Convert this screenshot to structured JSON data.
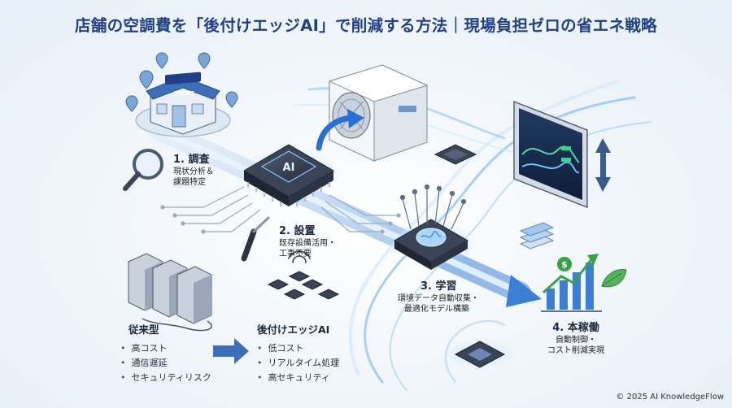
{
  "title": "店舗の空調費を「後付けエッジAI」で削減する方法｜現場負担ゼロの省エネ戦略",
  "store_sign": "STORE",
  "chip_label": "AI",
  "steps": [
    {
      "title": "1. 調査",
      "desc": [
        "現状分析＆",
        "課題特定"
      ]
    },
    {
      "title": "2. 設置",
      "desc": [
        "既存設備活用・",
        "工事不要"
      ]
    },
    {
      "title": "3. 学習",
      "desc": [
        "環境データ自動収集・",
        "最適化モデル構築"
      ]
    },
    {
      "title": "4. 本稼働",
      "desc": [
        "自動制御・",
        "コスト削減実現"
      ]
    }
  ],
  "comparison": {
    "legacy": {
      "title": "従来型",
      "items": [
        "高コスト",
        "通信遅延",
        "セキュリティリスク"
      ]
    },
    "edge": {
      "title": "後付けエッジAI",
      "items": [
        "低コスト",
        "リアルタイム処理",
        "高セキュリティ"
      ]
    }
  },
  "colors": {
    "title": "#1f3f86",
    "accent": "#2a6fd6",
    "glow": "#8cc8f5",
    "green": "#37a347"
  },
  "icons": [
    "store-icon",
    "map-pin-icon",
    "magnifier-icon",
    "screwdriver-icon",
    "server-icon",
    "brain-icon",
    "dollar-icon",
    "leaf-icon",
    "chart-icon",
    "air-conditioner-icon",
    "monitor-icon",
    "wifi-icon"
  ],
  "copyright": "© 2025 AI KnowledgeFlow"
}
